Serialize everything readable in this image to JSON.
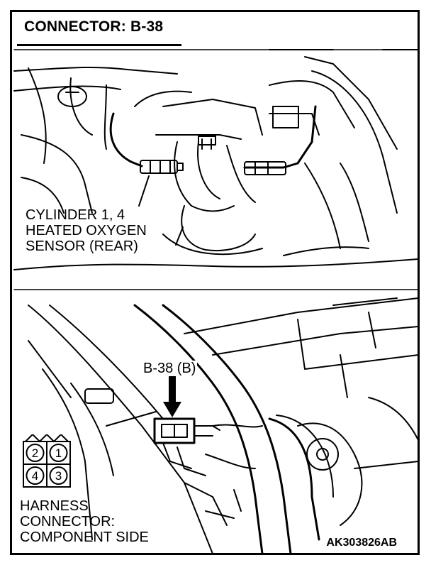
{
  "title": "CONNECTOR: B-38",
  "sensor_label": [
    "CYLINDER 1, 4",
    "HEATED OXYGEN",
    "SENSOR (REAR)"
  ],
  "connector_label": "B-38 (B)",
  "harness_label": [
    "HARNESS",
    "CONNECTOR:",
    "COMPONENT SIDE"
  ],
  "pins": [
    "2",
    "1",
    "4",
    "3"
  ],
  "code": "AK303826AB"
}
